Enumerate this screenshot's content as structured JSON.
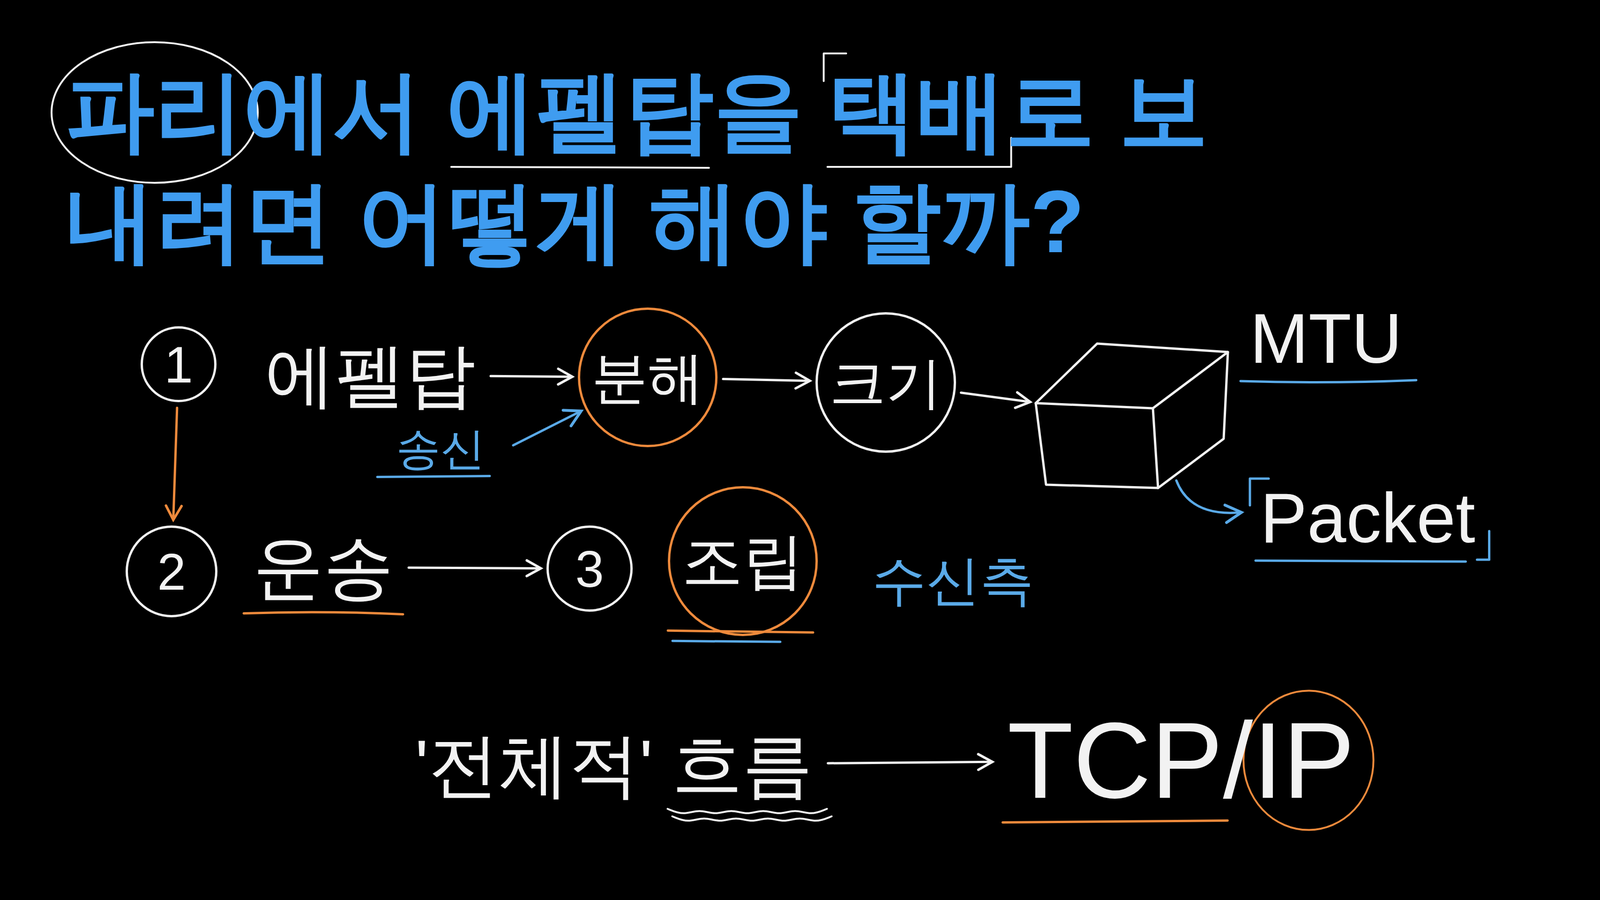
{
  "diagram": {
    "title": "파리에서 에펠탑을 택배로 보내려면 어떻게 해야 할까?",
    "nodes": [
      {
        "text": [
          "1"
        ]
      },
      {
        "text": [
          "에펠탑"
        ]
      },
      {
        "text": [
          "분해"
        ]
      },
      {
        "text": [
          "크기"
        ]
      },
      {
        "text": [
          "Packet"
        ]
      },
      {
        "text": [
          "2"
        ]
      },
      {
        "text": [
          "운송"
        ]
      },
      {
        "text": [
          "3"
        ]
      },
      {
        "text": [
          "조립"
        ]
      },
      {
        "text": [
          "'전체적' 흐름"
        ]
      },
      {
        "text": [
          "TCP/IP"
        ]
      }
    ],
    "edges": [
      {
        "from": 1,
        "to": 2,
        "arrow": "to"
      },
      {
        "from": 2,
        "to": 3,
        "arrow": "to"
      },
      {
        "from": 3,
        "to": 4,
        "arrow": "to"
      },
      {
        "from": 0,
        "to": 5,
        "arrow": "to"
      },
      {
        "from": 6,
        "to": 7,
        "arrow": "to"
      },
      {
        "from": 9,
        "to": 10,
        "arrow": "to"
      }
    ],
    "labels": [
      "MTU",
      "송신",
      "수신측"
    ]
  }
}
